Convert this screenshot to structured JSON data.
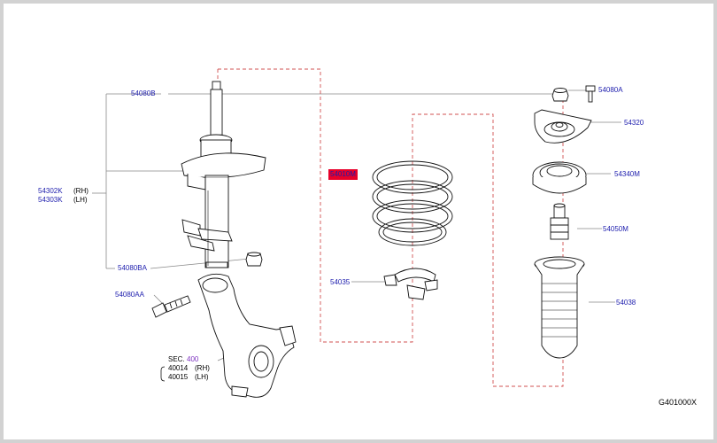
{
  "parts": {
    "strut_mount_bolt": "54080B",
    "strut_rh_code": "54302K",
    "strut_rh_side": "(RH)",
    "strut_lh_code": "54303K",
    "strut_lh_side": "(LH)",
    "lower_bolt_upper": "54080BA",
    "lower_bolt_lower": "54080AA",
    "sec_label": "SEC.",
    "sec_number": "400",
    "knuckle_rh_code": "40014",
    "knuckle_rh_side": "(RH)",
    "knuckle_lh_code": "40015",
    "knuckle_lh_side": "(LH)",
    "coil_spring": "54010M",
    "spring_seat": "54035",
    "mount_nut": "54080A",
    "strut_mount": "54320",
    "mount_bearing": "54340M",
    "bump_stopper": "54050M",
    "dust_boot": "54038"
  },
  "diagram_code": "G401000X",
  "colors": {
    "label_blue": "#1c1cad",
    "highlight_red": "#e8002a",
    "dashed_guide": "#d05050",
    "sec_purple": "#7b2fbf"
  }
}
